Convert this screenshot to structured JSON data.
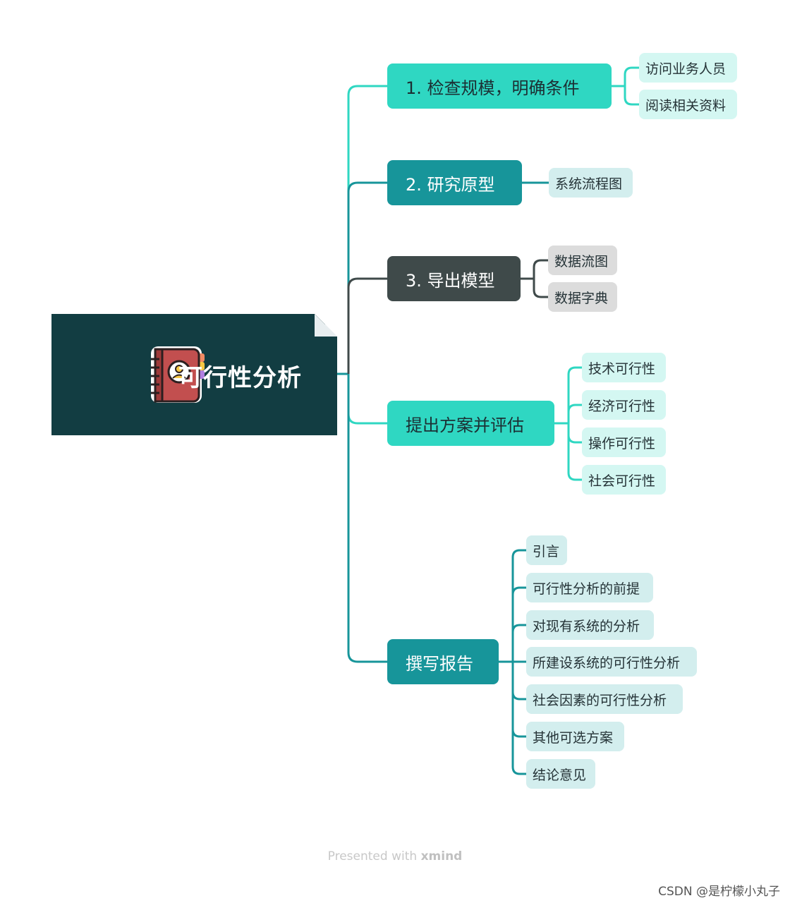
{
  "root": {
    "title": "可行性分析",
    "icon": "notebook-contact-icon"
  },
  "branches": [
    {
      "label": "1. 检查规模，明确条件",
      "children": [
        "访问业务人员",
        "阅读相关资料"
      ]
    },
    {
      "label": "2. 研究原型",
      "children": [
        "系统流程图"
      ]
    },
    {
      "label": "3. 导出模型",
      "children": [
        "数据流图",
        "数据字典"
      ]
    },
    {
      "label": "提出方案并评估",
      "children": [
        "技术可行性",
        "经济可行性",
        "操作可行性",
        "社会可行性"
      ]
    },
    {
      "label": "撰写报告",
      "children": [
        "引言",
        "可行性分析的前提",
        "对现有系统的分析",
        "所建设系统的可行性分析",
        "社会因素的可行性分析",
        "其他可选方案",
        "结论意见"
      ]
    }
  ],
  "footer": {
    "presented": "Presented with",
    "brand": "xmind"
  },
  "watermark": "CSDN @是柠檬小丸子",
  "colors": {
    "root": "#123d42",
    "teal_light": "#2fd7c2",
    "teal_dark": "#17959a",
    "slate": "#3f4a4a",
    "leaf_light": "#d4f7f2",
    "leaf_teal": "#d3eeee",
    "leaf_gray": "#dcdcdc"
  }
}
